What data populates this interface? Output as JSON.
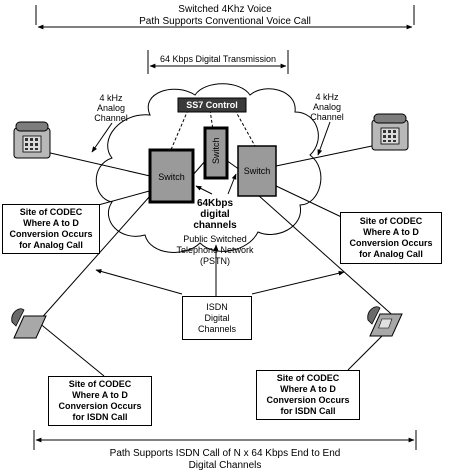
{
  "top_span_label": "Switched 4Khz Voice\nPath Supports Conventional Voice Call",
  "digital_span_label": "64 Kbps Digital Transmission",
  "ss7_label": "SS7 Control",
  "switch_label": "Switch",
  "analog_channel_label": "4 kHz\nAnalog\nChannel",
  "digital_channels_label": "64Kbps\ndigital\nchannels",
  "pstn_label": "Public Switched\nTelephone Network\n(PSTN)",
  "isdn_channels_label": "ISDN\nDigital\nChannels",
  "codec_analog_label": "Site of CODEC\nWhere A to D\nConversion Occurs\nfor Analog Call",
  "codec_isdn_label": "Site of CODEC\nWhere A to D\nConversion Occurs\nfor ISDN Call",
  "bottom_span_label": "Path Supports ISDN Call of N x 64 Kbps End to End\nDigital Channels"
}
